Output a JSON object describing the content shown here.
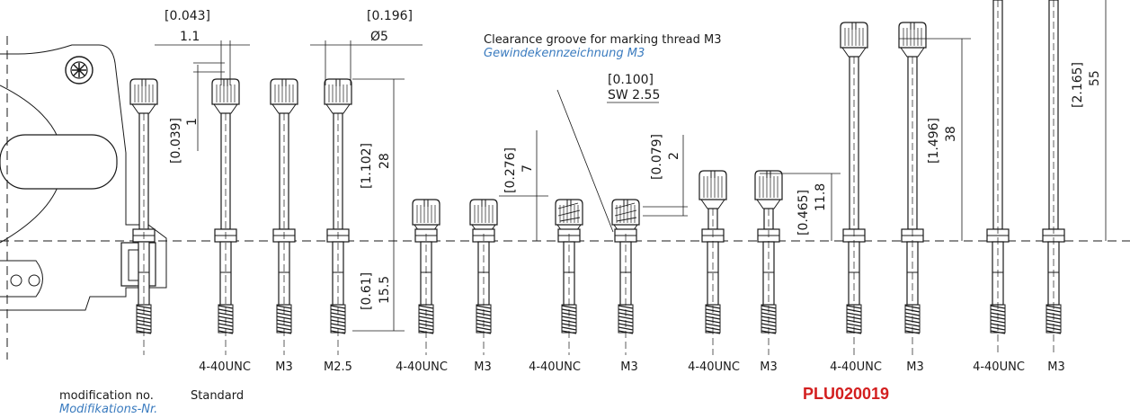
{
  "dimensions": {
    "d1_in": "[0.043]",
    "d1_mm": "1.1",
    "d2_in": "[0.196]",
    "d2_mm": "Ø5",
    "d3_in": "[0.039]",
    "d3_mm": "1",
    "d4_in": "[1.102]",
    "d4_mm": "28",
    "d5_in": "[0.61]",
    "d5_mm": "15.5",
    "d6_in": "[0.276]",
    "d6_mm": "7",
    "d7_in": "[0.100]",
    "d7_mm": "SW 2.55",
    "d8_in": "[0.079]",
    "d8_mm": "2",
    "d9_in": "[0.465]",
    "d9_mm": "11.8",
    "d10_in": "[1.496]",
    "d10_mm": "38",
    "d11_in": "[2.165]",
    "d11_mm": "55"
  },
  "annotation": {
    "line1": "Clearance groove for marking thread M3",
    "line2": "Gewindekennzeichnung M3"
  },
  "thread_labels": [
    "4-40UNC",
    "M3",
    "M2.5",
    "4-40UNC",
    "M3",
    "4-40UNC",
    "M3",
    "4-40UNC",
    "M3",
    "4-40UNC",
    "M3",
    "4-40UNC",
    "M3"
  ],
  "footer": {
    "mod_label": "modification no.",
    "mod_label_de": "Modifikations-Nr.",
    "standard": "Standard",
    "part_no": "PLU020019"
  },
  "colors": {
    "line": "#1a1a1a",
    "accent_blue": "#3a7bbf",
    "part_red": "#d31f1f"
  }
}
